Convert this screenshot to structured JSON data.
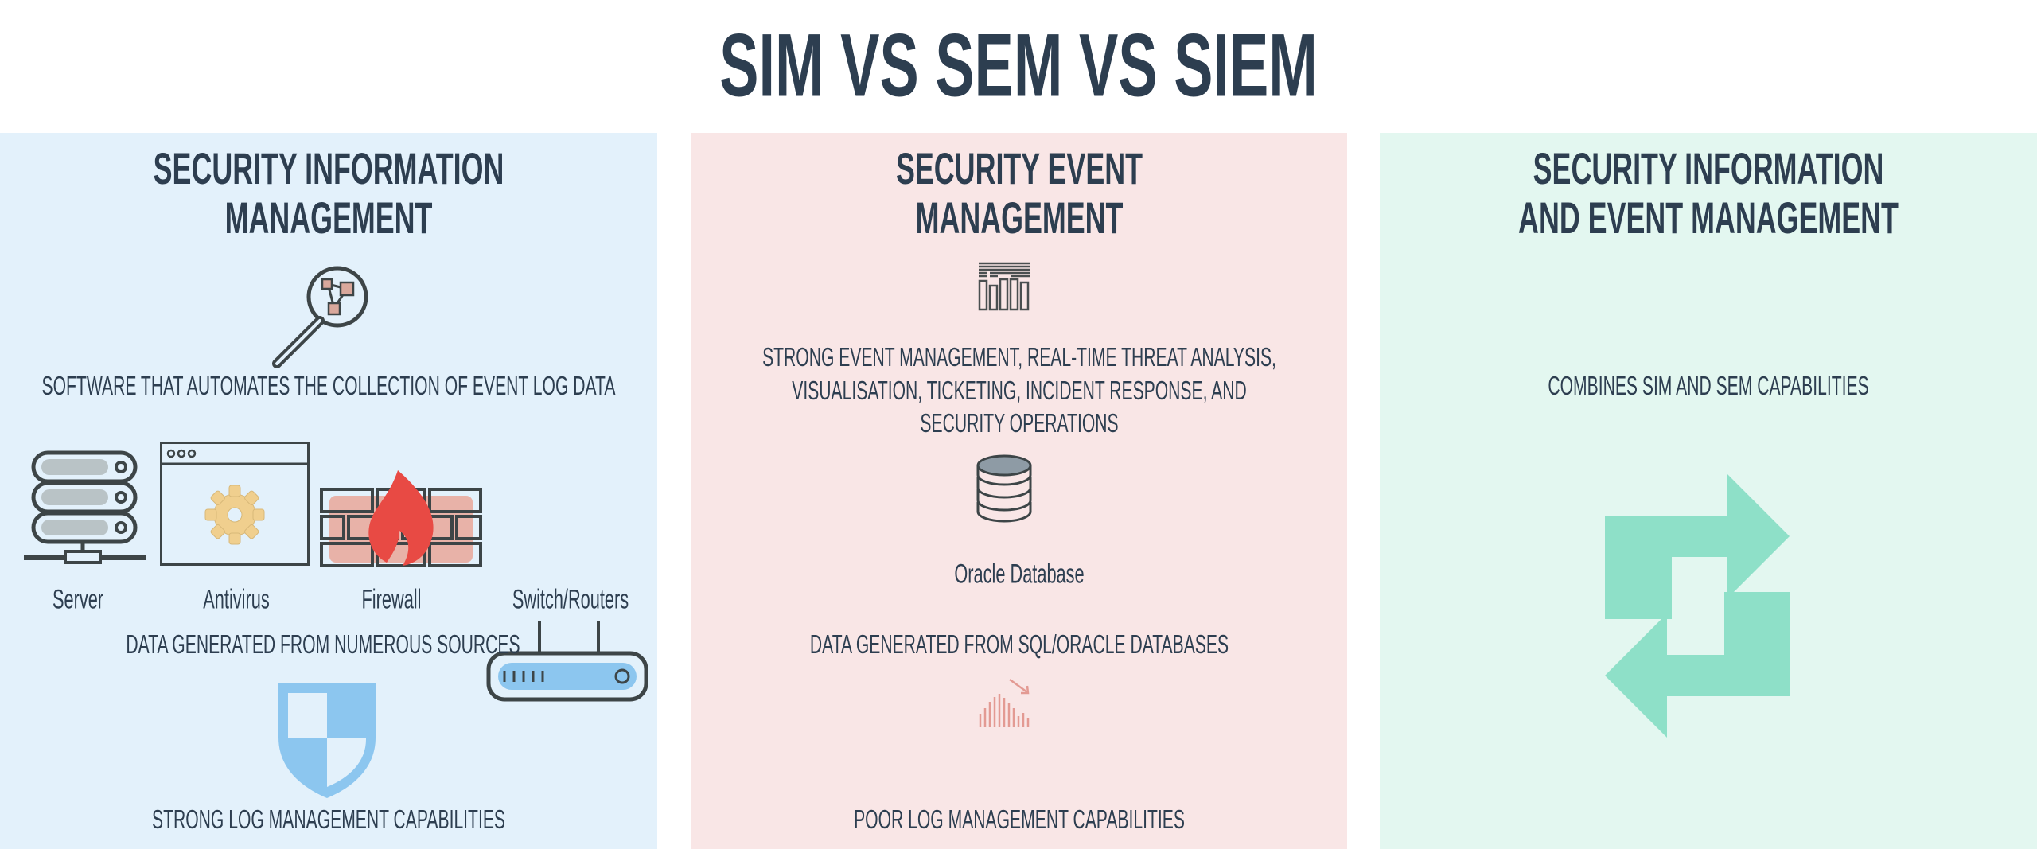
{
  "title": "SIM VS SEM VS SIEM",
  "colors": {
    "text": "#2d3e50",
    "sim_bg": "#e3f1fb",
    "sem_bg": "#f9e6e6",
    "siem_bg": "#e3f7f0",
    "siem_arrows": "#8ee0c8",
    "flame": "#e84a44",
    "shield": "#8cc6ef"
  },
  "sim": {
    "heading_line1": "SECURITY INFORMATION",
    "heading_line2": "MANAGEMENT",
    "icon": "magnifier-network-icon",
    "description": "SOFTWARE THAT AUTOMATES THE COLLECTION OF EVENT LOG DATA",
    "sources": [
      {
        "label": "Server",
        "icon": "server-icon"
      },
      {
        "label": "Antivirus",
        "icon": "antivirus-window-gear-icon"
      },
      {
        "label": "Firewall",
        "icon": "firewall-icon"
      },
      {
        "label": "Switch/Routers",
        "icon": "router-icon"
      }
    ],
    "data_source": "DATA GENERATED FROM NUMEROUS SOURCES",
    "capability_icon": "shield-icon",
    "capability": "STRONG LOG MANAGEMENT CAPABILITIES"
  },
  "sem": {
    "heading_line1": "SECURITY EVENT",
    "heading_line2": "MANAGEMENT",
    "icon": "equalizer-bars-icon",
    "description_lines": [
      "STRONG EVENT MANAGEMENT, REAL-TIME THREAT ANALYSIS,",
      "VISUALISATION, TICKETING, INCIDENT RESPONSE, AND",
      "SECURITY OPERATIONS"
    ],
    "database_label": "Oracle Database",
    "database_icon": "database-icon",
    "data_source": "DATA GENERATED FROM SQL/ORACLE DATABASES",
    "capability_icon": "declining-chart-icon",
    "capability": "POOR LOG MANAGEMENT CAPABILITIES"
  },
  "siem": {
    "heading_line1": "SECURITY INFORMATION",
    "heading_line2": "AND EVENT MANAGEMENT",
    "description": "COMBINES SIM AND SEM CAPABILITIES",
    "icon": "exchange-arrows-icon"
  }
}
